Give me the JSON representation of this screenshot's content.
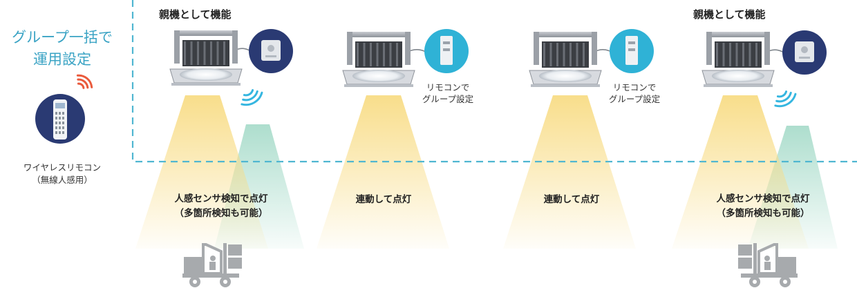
{
  "title_left": [
    "グループ一括で",
    "運用設定"
  ],
  "remote": {
    "label": [
      "ワイヤレスリモコン",
      "（無線人感用）"
    ]
  },
  "units": [
    {
      "header": "親機として機能",
      "module": "sensor",
      "side_label": [],
      "beam_label": [
        "人感センサ検知で点灯",
        "（多箇所検知も可能）"
      ],
      "forklift": true
    },
    {
      "header": "",
      "module": "receiver",
      "side_label": [
        "リモコンで",
        "グループ設定"
      ],
      "beam_label": [
        "連動して点灯"
      ],
      "forklift": false
    },
    {
      "header": "",
      "module": "receiver",
      "side_label": [
        "リモコンで",
        "グループ設定"
      ],
      "beam_label": [
        "連動して点灯"
      ],
      "forklift": false
    },
    {
      "header": "親機として機能",
      "module": "sensor",
      "side_label": [],
      "beam_label": [
        "人感センサ検知で点灯",
        "（多箇所検知も可能）"
      ],
      "forklift": true
    }
  ],
  "colors": {
    "accent": "#3aa3c4",
    "dashed": "#4fb6d1",
    "beam_yellow": "#f8dc85",
    "beam_green": "#9fd8c5",
    "badge_navy": "#2a3a73",
    "badge_cyan": "#2fb2d6",
    "wave_red": "#ea5a3c",
    "wave_cyan": "#35b6e0",
    "forklift_gray": "#a7aaad"
  },
  "icons": {
    "luminaire": "ceiling-light-icon",
    "sensor_badge": "sensor-module-icon",
    "receiver_badge": "receiver-module-icon",
    "remote": "remote-control-icon",
    "forklift": "forklift-icon"
  }
}
